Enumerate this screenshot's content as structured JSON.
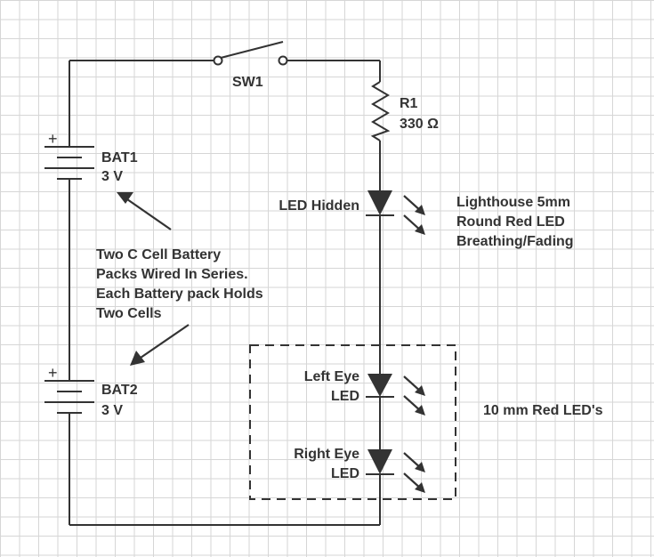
{
  "components": {
    "switch": {
      "name": "SW1"
    },
    "resistor": {
      "name": "R1",
      "value": "330 Ω"
    },
    "battery1": {
      "name": "BAT1",
      "voltage": "3 V"
    },
    "battery2": {
      "name": "BAT2",
      "voltage": "3 V"
    },
    "led_hidden": {
      "label": "LED Hidden"
    },
    "led_left": {
      "label_line1": "Left Eye",
      "label_line2": "LED"
    },
    "led_right": {
      "label_line1": "Right Eye",
      "label_line2": "LED"
    }
  },
  "notes": {
    "lighthouse": [
      "Lighthouse 5mm",
      "Round Red LED",
      "Breathing/Fading"
    ],
    "batteries": [
      "Two C Cell Battery",
      "Packs Wired In Series.",
      "Each Battery pack Holds",
      "Two Cells"
    ],
    "eyes": "10 mm Red LED's"
  },
  "symbols": {
    "plus": "+"
  },
  "colors": {
    "wire": "#333333",
    "grid": "#d6d6d6",
    "background": "#ffffff"
  }
}
